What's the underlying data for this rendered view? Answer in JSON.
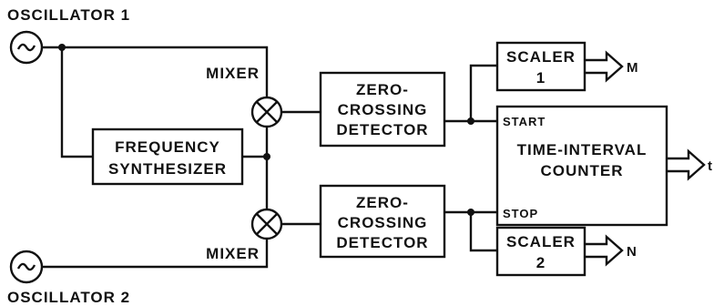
{
  "oscillator_1": {
    "label": "OSCILLATOR 1",
    "symbol": "~"
  },
  "oscillator_2": {
    "label": "OSCILLATOR 2",
    "symbol": "~"
  },
  "mixer_1": {
    "label": "MIXER"
  },
  "mixer_2": {
    "label": "MIXER"
  },
  "frequency_synthesizer": {
    "line1": "FREQUENCY",
    "line2": "SYNTHESIZER"
  },
  "zero_crossing_detector_1": {
    "line1": "ZERO-",
    "line2": "CROSSING",
    "line3": "DETECTOR"
  },
  "zero_crossing_detector_2": {
    "line1": "ZERO-",
    "line2": "CROSSING",
    "line3": "DETECTOR"
  },
  "scaler_1": {
    "line1": "SCALER",
    "line2": "1",
    "output": "M"
  },
  "scaler_2": {
    "line1": "SCALER",
    "line2": "2",
    "output": "N"
  },
  "time_interval_counter": {
    "start": "START",
    "stop": "STOP",
    "line1": "TIME-INTERVAL",
    "line2": "COUNTER",
    "output": "t"
  }
}
